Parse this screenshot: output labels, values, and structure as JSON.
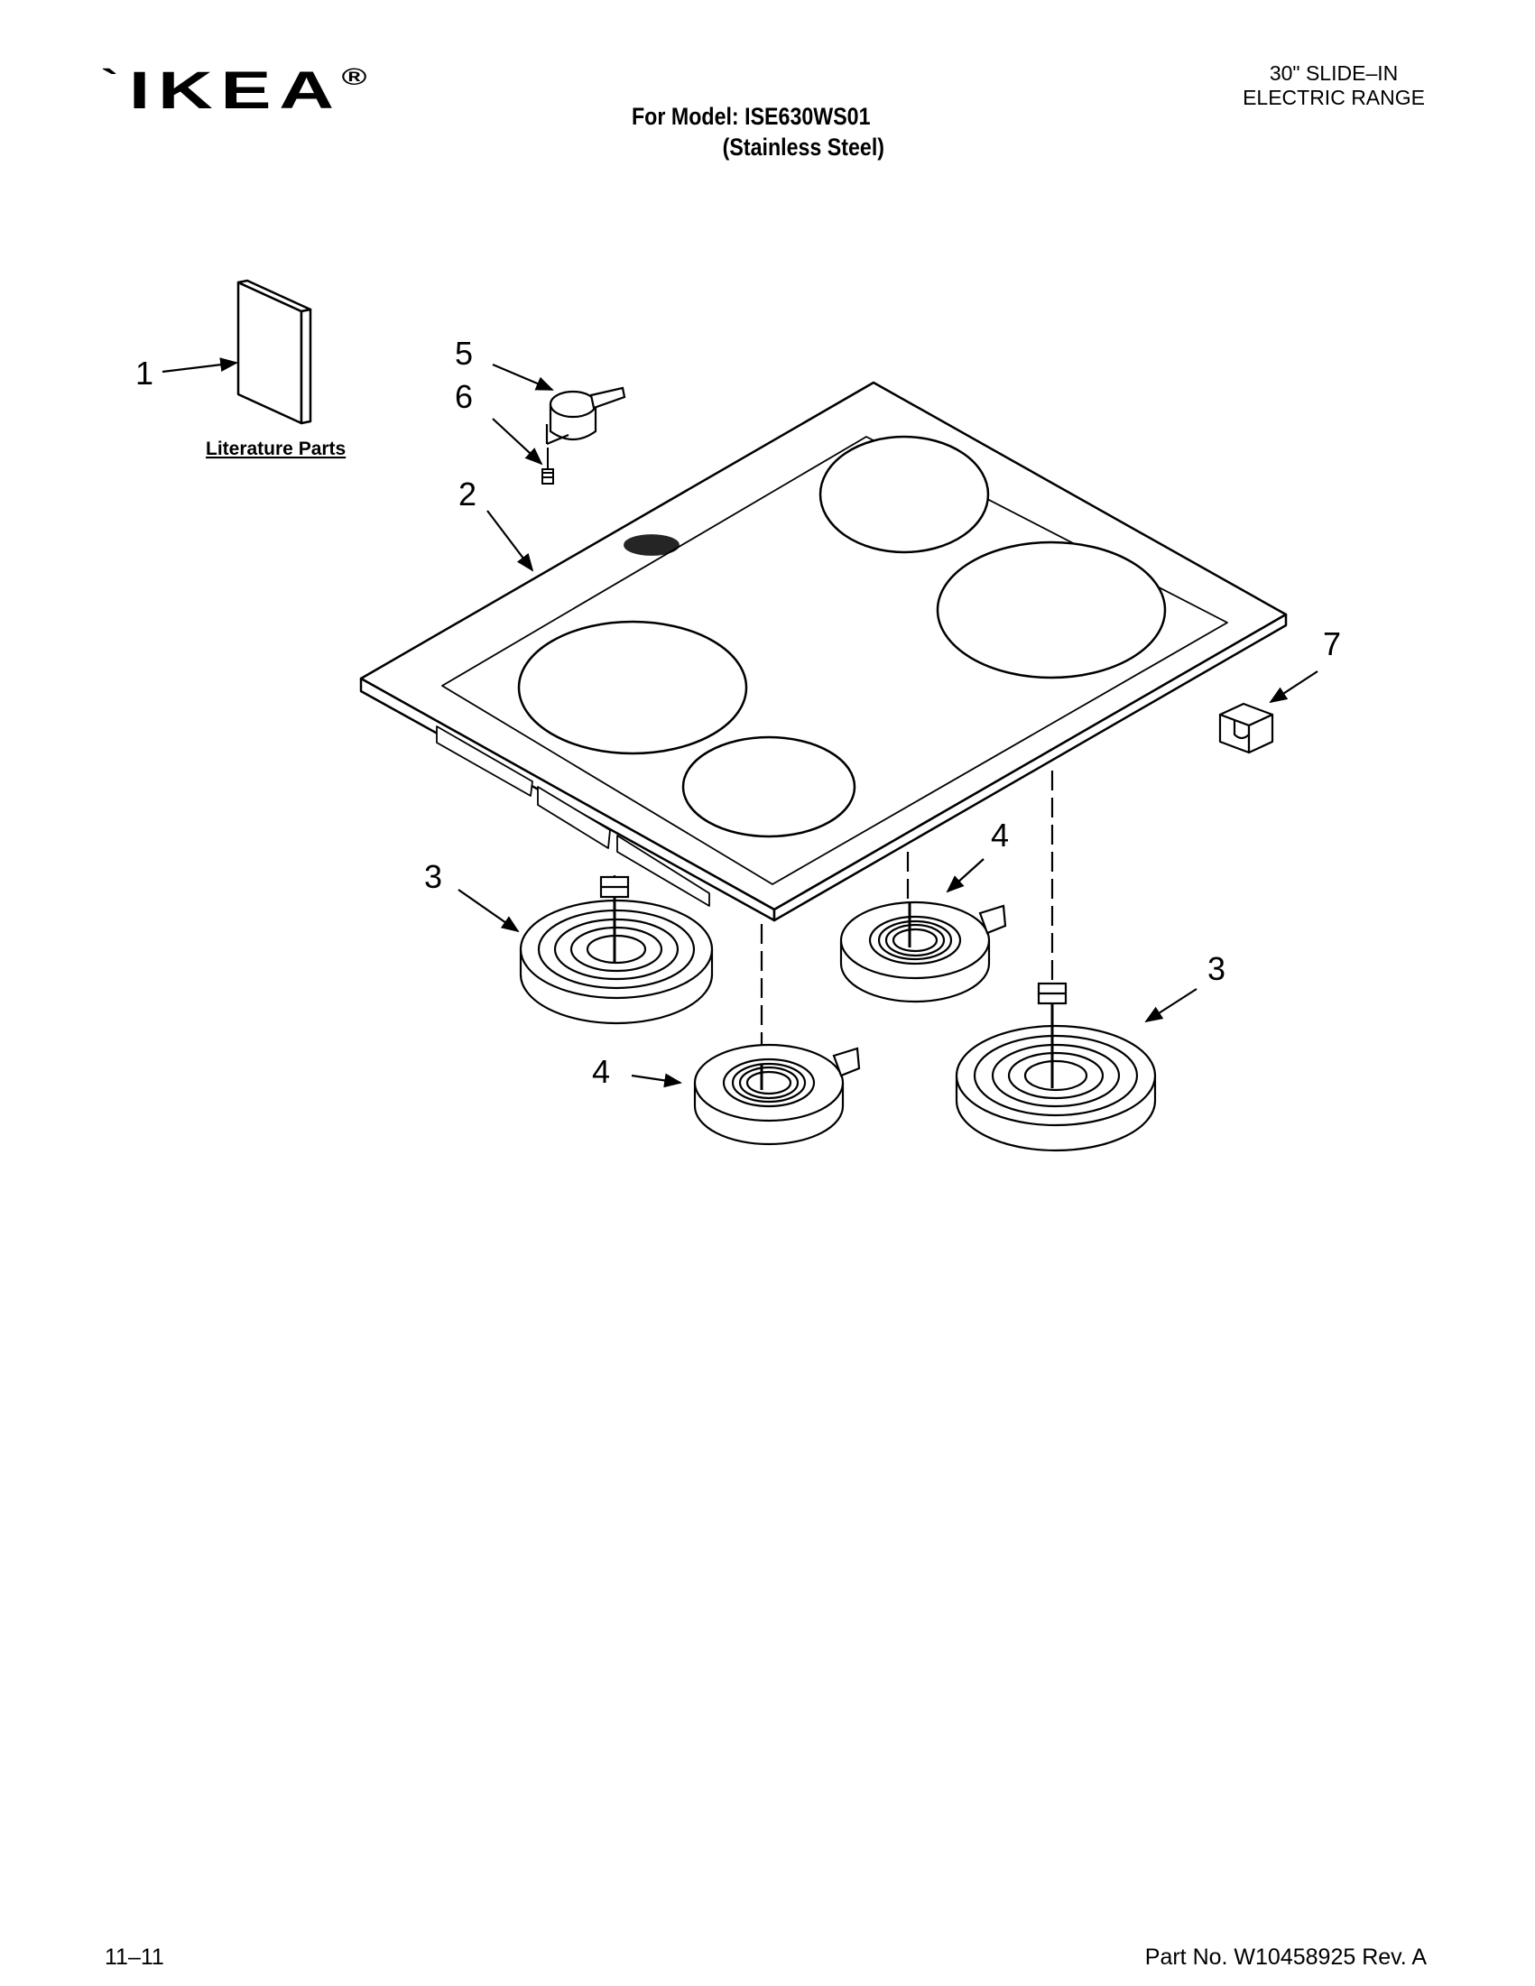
{
  "header": {
    "brand": "IKEA",
    "product_line1": "30\" SLIDE–IN",
    "product_line2": "ELECTRIC RANGE",
    "model_line": "For Model: ISE630WS01",
    "finish_line": "(Stainless Steel)"
  },
  "diagram": {
    "literature_label": "Literature Parts",
    "callouts": [
      "1",
      "2",
      "3",
      "3",
      "4",
      "4",
      "5",
      "6",
      "7"
    ]
  },
  "footer": {
    "date_code": "11–11",
    "part_number": "Part No. W10458925 Rev. A"
  },
  "colors": {
    "ink": "#000000",
    "paper": "#ffffff"
  }
}
